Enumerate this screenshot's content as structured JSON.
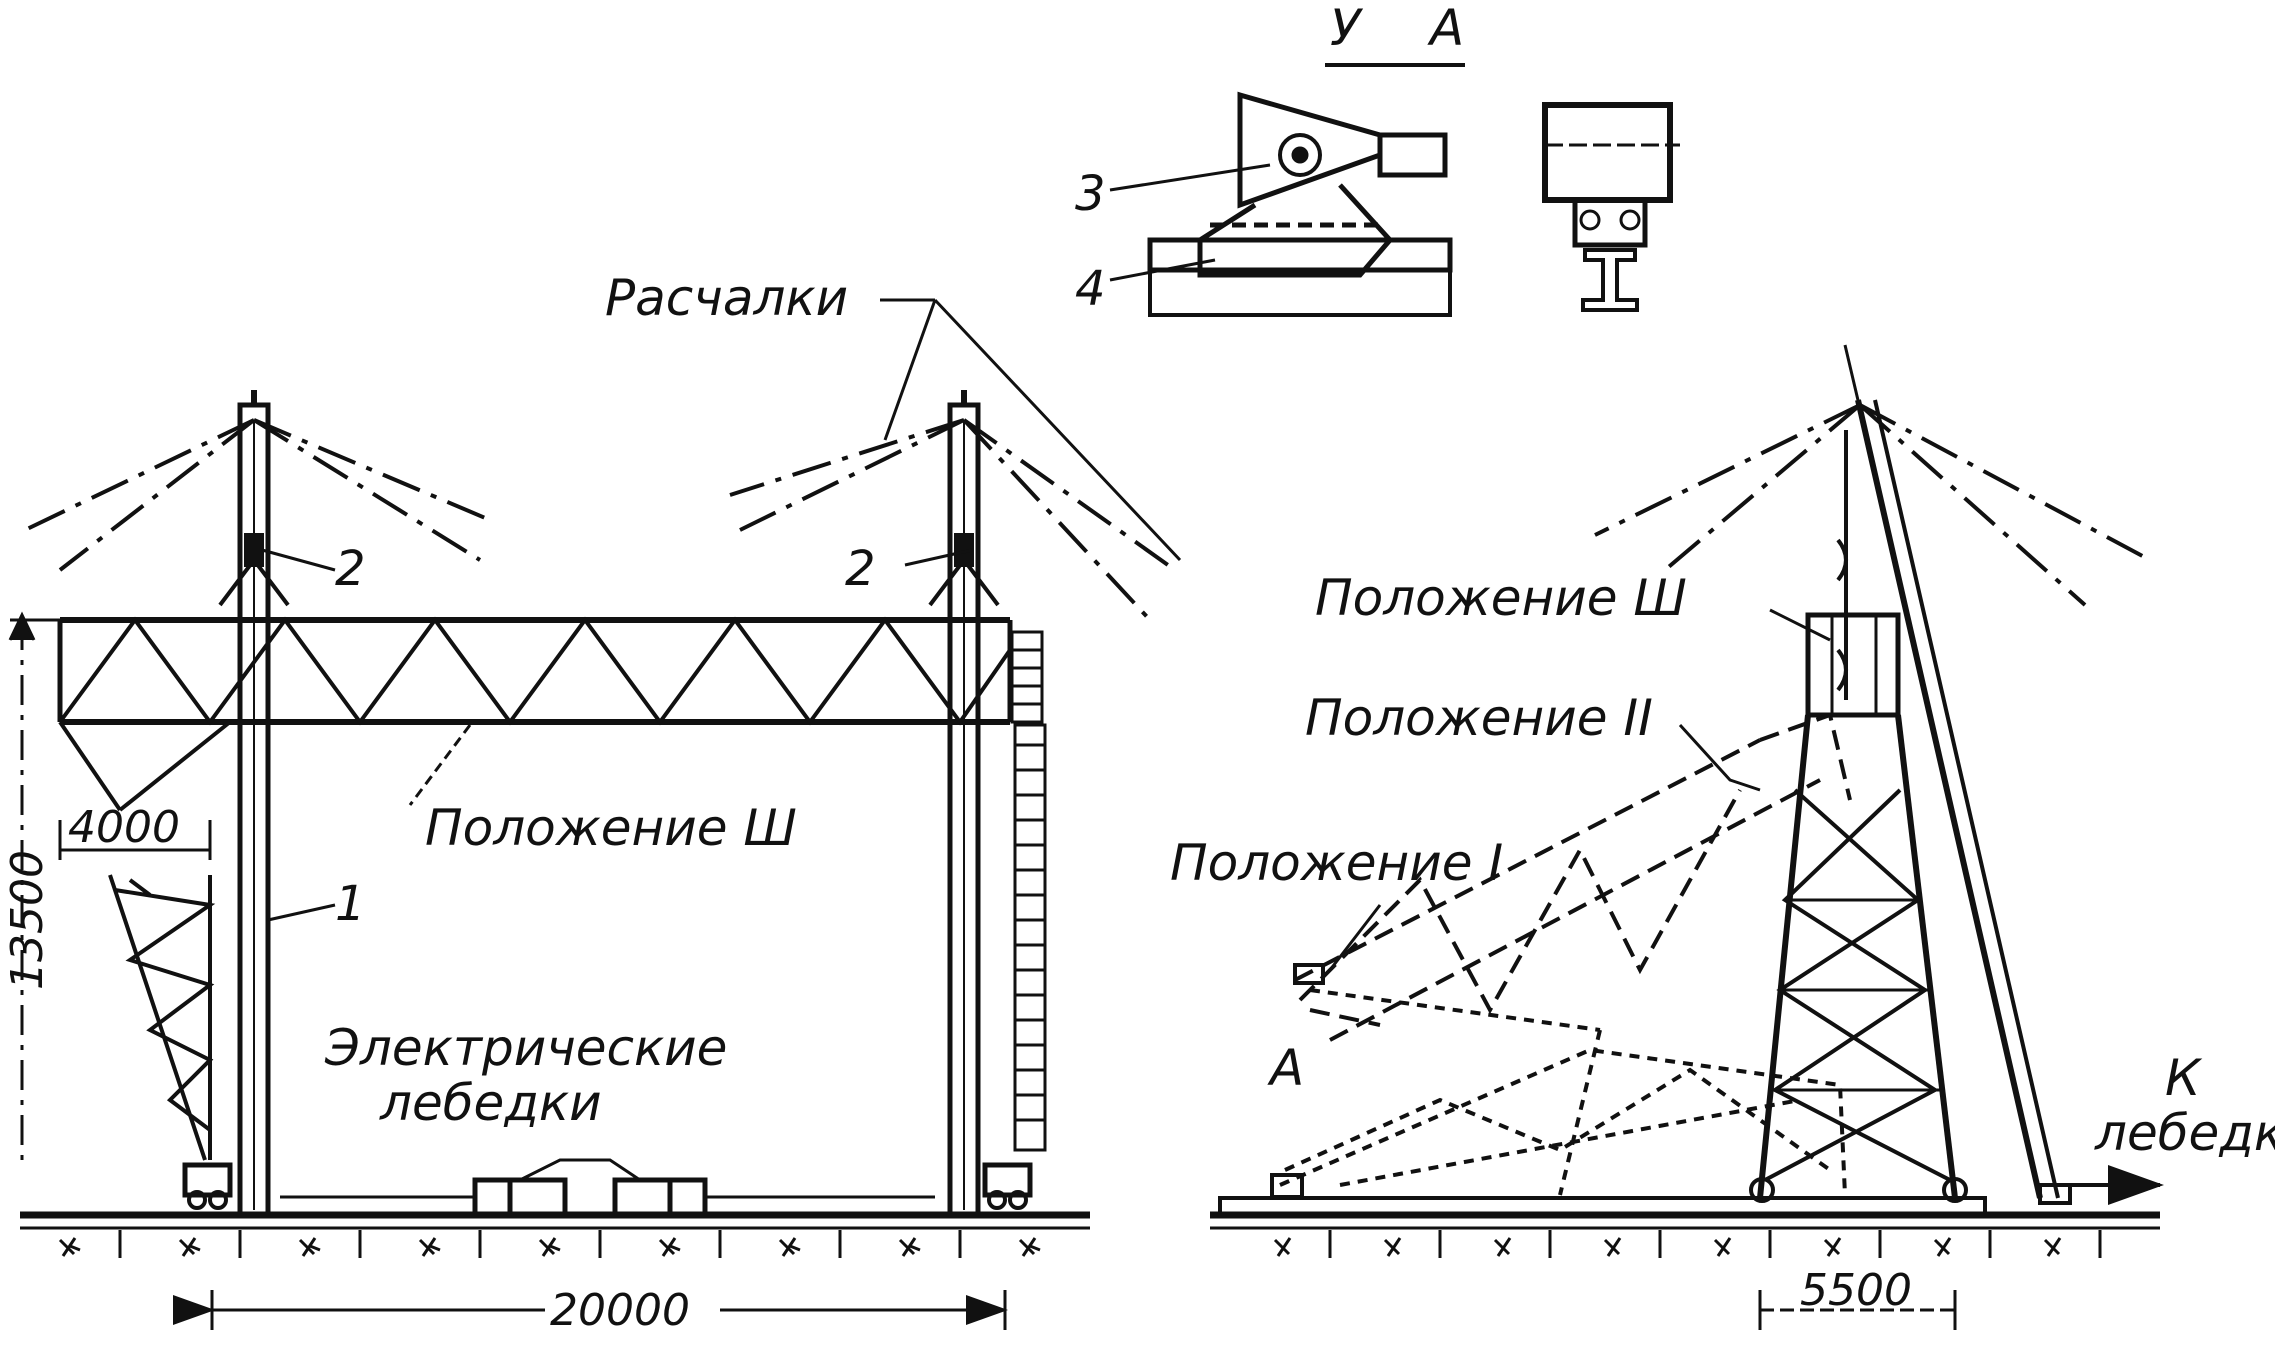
{
  "view_label": {
    "left": "У",
    "right": "А"
  },
  "labels": {
    "guys": "Расчалки",
    "position_3_left": "Положение Ш",
    "position_3_right": "Положение Ш",
    "position_2": "Положение II",
    "position_1": "Положение I",
    "winches_line1": "Электрические",
    "winches_line2": "лебедки",
    "to_winch_line1": "К",
    "to_winch_line2": "лебедке",
    "point_a": "А"
  },
  "callouts": {
    "c1": "1",
    "c2a": "2",
    "c2b": "2",
    "c3": "3",
    "c4": "4"
  },
  "dimensions": {
    "height": "13500",
    "span": "20000",
    "overhang": "4000",
    "base": "5500"
  },
  "colors": {
    "ink": "#111111",
    "paper": "#ffffff"
  }
}
